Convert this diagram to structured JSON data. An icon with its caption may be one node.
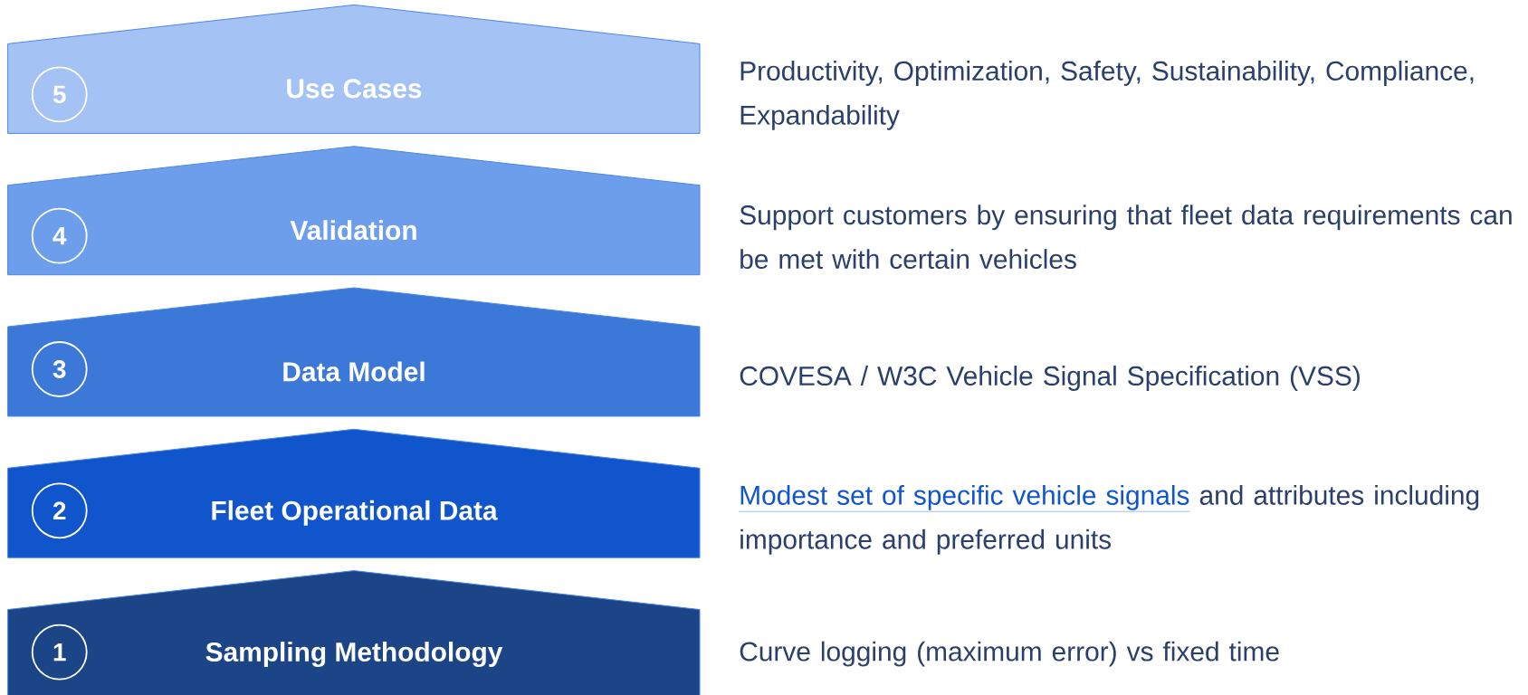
{
  "diagram": {
    "nodes": [
      {
        "text": [
          "Use Cases"
        ],
        "beside": [
          "Productivity, Optimization, Safety, Sustainability, Compliance, Expandability"
        ]
      },
      {
        "text": [
          "5"
        ],
        "in": 0
      },
      {
        "text": [
          "Validation"
        ],
        "beside": [
          "Support customers by ensuring that fleet data requirements can be met with certain vehicles"
        ]
      },
      {
        "text": [
          "4"
        ],
        "in": 2
      },
      {
        "text": [
          "Data Model"
        ],
        "beside": [
          "COVESA / W3C Vehicle Signal Specification (VSS)"
        ]
      },
      {
        "text": [
          "3"
        ],
        "in": 4
      },
      {
        "text": [
          "Fleet Operational Data"
        ],
        "beside": [
          "Modest set of specific vehicle signals",
          "and attributes including importance and preferred units"
        ]
      },
      {
        "text": [
          "2"
        ],
        "in": 6
      },
      {
        "text": [
          "Sampling Methodology"
        ],
        "beside": [
          "Curve logging (maximum error) vs fixed time"
        ]
      },
      {
        "text": [
          "1"
        ],
        "in": 8
      }
    ]
  }
}
